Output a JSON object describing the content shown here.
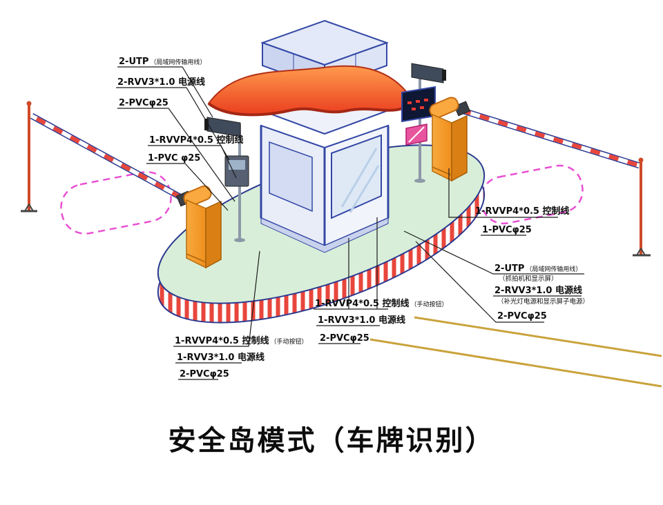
{
  "title": "安全岛模式（车牌识别）",
  "labels": {
    "top_left": {
      "l1": "2-UTP",
      "l1_note": "（局域网传输用线）",
      "l2": "2-RVV3*1.0 电源线",
      "l3": "2-PVCφ25"
    },
    "left_mid": {
      "l1": "1-RVVP4*0.5 控制线",
      "l2": "1-PVC φ25"
    },
    "left_lower": {
      "l1": "1-RVVP4*0.5 控制线",
      "l1_note": "（手动按钮）",
      "l2": "1-RVV3*1.0 电源线",
      "l3": "2-PVCφ25"
    },
    "center": {
      "l1": "1-RVVP4*0.5 控制线",
      "l1_note": "（手动按钮）",
      "l2": "1-RVV3*1.0 电源线",
      "l3": "2-PVCφ25"
    },
    "right_mid": {
      "l1": "1-RVVP4*0.5 控制线",
      "l2": "1-PVCφ25"
    },
    "right_lower": {
      "l1": "2-UTP",
      "l1_note": "（局域网传输用线）",
      "l2": "（抓拍机和显示屏）",
      "l3": "2-RVV3*1.0 电源线",
      "l4": "（补光灯电源和显示屏子电源）",
      "l5": "2-PVCφ25"
    }
  },
  "components": {
    "island": "safety-island",
    "booth": "guard-booth",
    "left_gate": "barrier-gate-left",
    "right_gate": "barrier-gate-right",
    "camera_left": "lpr-camera-left",
    "camera_right": "lpr-camera-right",
    "display": "led-display",
    "zones": [
      "vehicle-detect-zone-left",
      "vehicle-detect-zone-right"
    ]
  },
  "colors": {
    "island_top": "#d8eed8",
    "stripe_red": "#e8463c",
    "machine_orange": "#f29a2e",
    "canopy_red": "#ef4423",
    "outline_blue": "#2b3990",
    "zone_pink": "#e84fd2",
    "road_line": "#c9a23b"
  }
}
